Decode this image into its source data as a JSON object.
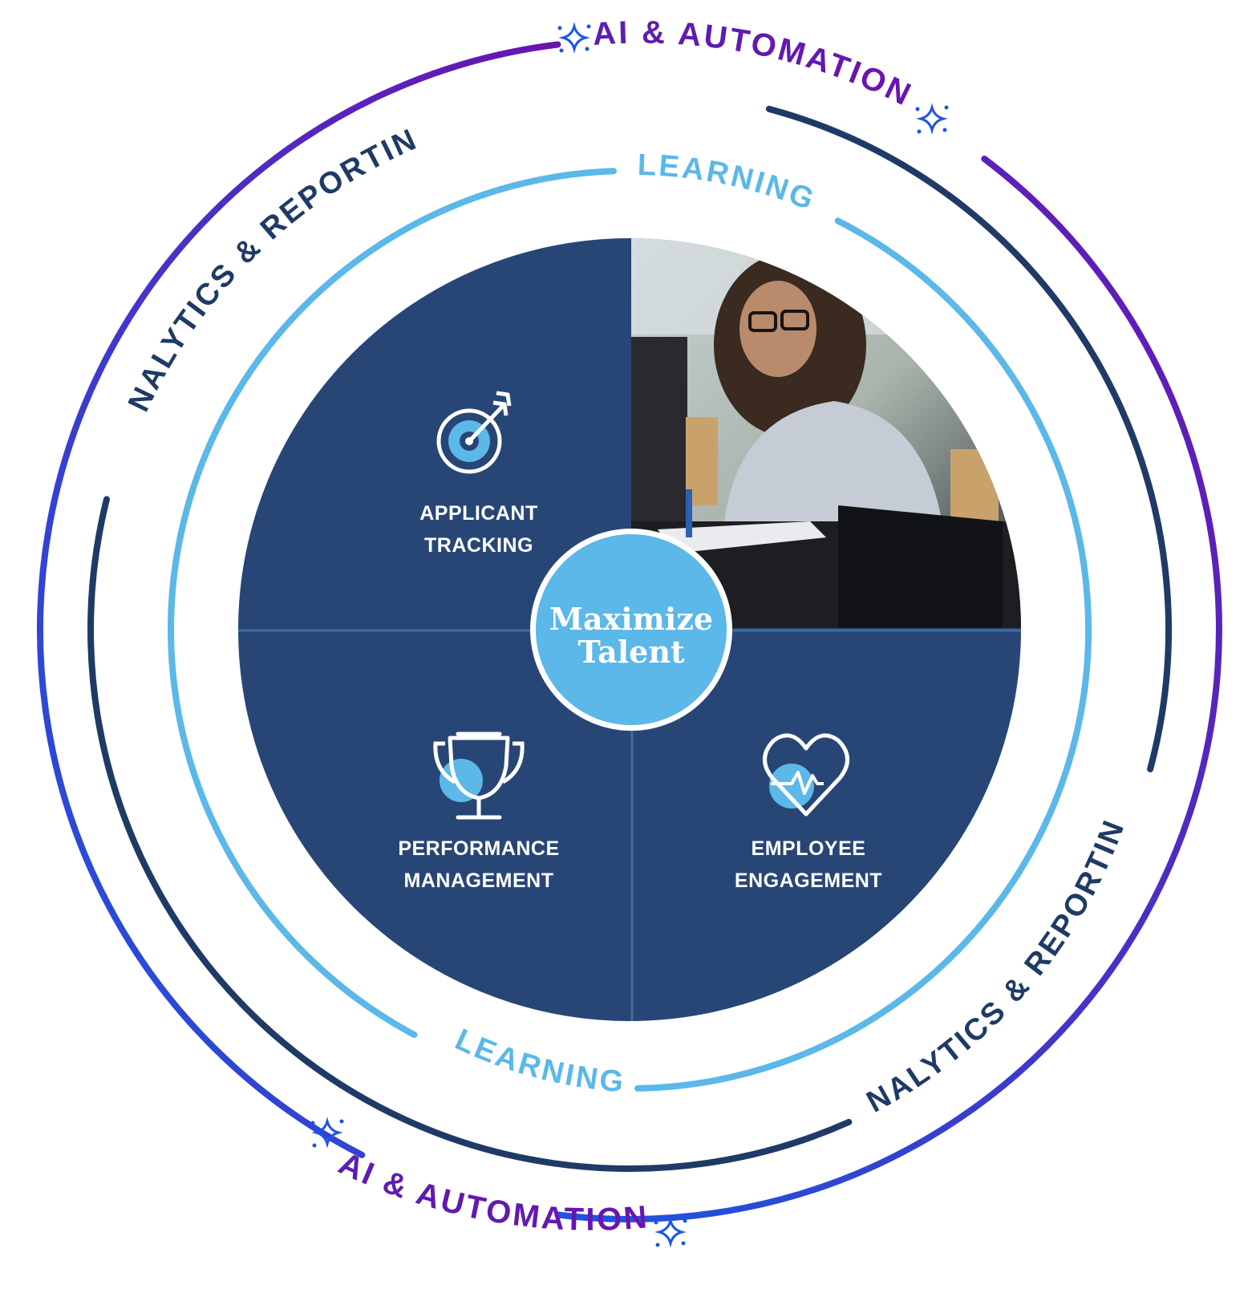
{
  "diagram": {
    "center": {
      "line1": "Maximize",
      "line2": "Talent"
    },
    "rings": {
      "ai_automation": {
        "label_top": "AI & AUTOMATION",
        "label_bottom": "AI & AUTOMATION",
        "color_start": "#1d55e0",
        "color_end": "#6a14b0"
      },
      "analytics_reporting": {
        "label_top": "ANALYTICS & REPORTING",
        "label_bottom": "ANALYTICS & REPORTING",
        "color": "#1f3a66"
      },
      "learning": {
        "label_top": "LEARNING",
        "label_bottom": "LEARNING",
        "color": "#5bb8e8"
      }
    },
    "quadrants": {
      "top_left": {
        "line1": "APPLICANT",
        "line2": "TRACKING",
        "icon": "target-icon"
      },
      "top_right": {
        "image": "woman-at-meeting-photo"
      },
      "bottom_left": {
        "line1": "PERFORMANCE",
        "line2": "MANAGEMENT",
        "icon": "trophy-icon"
      },
      "bottom_right": {
        "line1": "EMPLOYEE",
        "line2": "ENGAGEMENT",
        "icon": "heart-pulse-icon"
      }
    },
    "colors": {
      "quadrant_fill": "#284675",
      "center_fill": "#5bb8e8",
      "accent_blue": "#5bb8e8",
      "sparkle": "#1d55e0"
    }
  }
}
